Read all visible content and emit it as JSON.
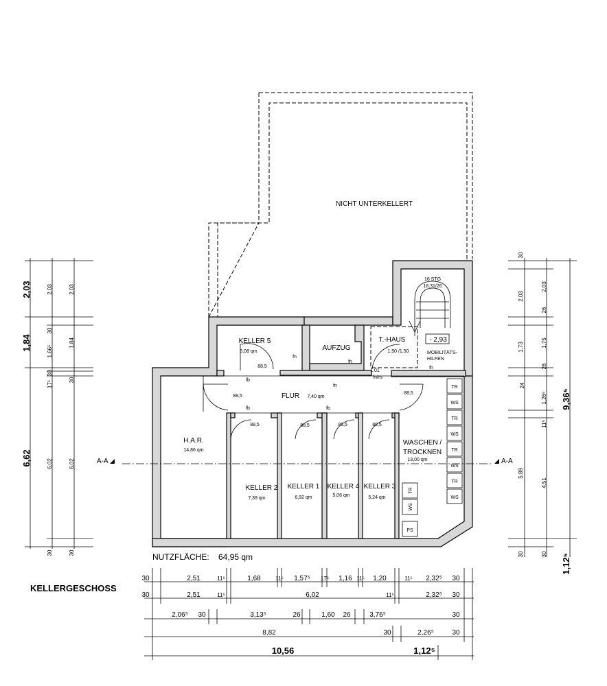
{
  "title": "KELLERGESCHOSS",
  "note_unexcavated": "NICHT UNTERKELLERT",
  "usable_area": {
    "label": "NUTZFLÄCHE:",
    "value": "64,95 qm"
  },
  "section_marker": "A-A",
  "rooms": {
    "keller5": {
      "name": "KELLER 5",
      "area": "5,08 qm"
    },
    "aufzug": {
      "name": "AUFZUG"
    },
    "thaus": {
      "name": "T.-HAUS",
      "area": "1,50 /1,50"
    },
    "mobil": {
      "name1": "MOBILITÄTS-",
      "name2": "HILFEN"
    },
    "flur": {
      "name": "FLUR",
      "area": "7,40 qm"
    },
    "har": {
      "name": "H.A.R.",
      "area": "14,86 qm"
    },
    "keller2": {
      "name": "KELLER 2",
      "area": "7,39 qm"
    },
    "keller1": {
      "name": "KELLER 1",
      "area": "6,92 qm"
    },
    "keller4": {
      "name": "KELLER 4",
      "area": "5,06 qm"
    },
    "keller3": {
      "name": "KELLER 3",
      "area": "5,24 qm"
    },
    "waschen": {
      "name1": "WASCHEN /",
      "name2": "TROCKNEN",
      "area": "13,00 qm"
    }
  },
  "stair": {
    "steps": "16 STG",
    "ratio": "18,31/26",
    "level": "- 2,93"
  },
  "door_widths": {
    "keller5": "88,5",
    "flur_left": "88,5",
    "flur_right": "88,5",
    "k2": "88,5",
    "k1": "88,5",
    "k4": "88,5",
    "k3": "88,5",
    "thaus": "1,01"
  },
  "door_markers": {
    "fb": "fb",
    "fn": "fn",
    "fnrs": "fn/rs"
  },
  "appliances": [
    "TR",
    "WS",
    "TR",
    "WS",
    "TR",
    "WS",
    "TR",
    "WS"
  ],
  "appliances_left": [
    "TR",
    "WS"
  ],
  "ps": "PS",
  "dims_left": {
    "big": [
      "2,03",
      "1,84",
      "6,62"
    ],
    "mid": [
      "2,03",
      "30",
      "1,66⁵",
      "30",
      "17⁵",
      "6,02",
      "30"
    ],
    "inner": [
      "2,03",
      "1,84",
      "30",
      "6,02",
      "30"
    ]
  },
  "dims_right": {
    "outer": [
      "30",
      "2,03",
      "26",
      "1,75",
      "26",
      "24",
      "1,26⁵",
      "11⁵",
      "4,51",
      "30"
    ],
    "inner": [
      "2,03",
      "1,73",
      "5,89",
      "30"
    ],
    "big": [
      "9,36⁵",
      "1,12⁵"
    ]
  },
  "dims_bottom": {
    "row1": [
      "30",
      "2,51",
      "11⁵",
      "1,68",
      "11⁵",
      "1,57⁵",
      "17⁵",
      "1,16",
      "11⁵",
      "1,20",
      "11⁵",
      "2,32⁵",
      "30"
    ],
    "row2": [
      "30",
      "2,51",
      "11⁵",
      "6,02",
      "11⁵",
      "2,32⁵",
      "30"
    ],
    "row3": [
      "2,06⁵",
      "30",
      "3,13⁵",
      "26",
      "1,60",
      "26",
      "3,76⁵",
      "30"
    ],
    "row4": [
      "8,82",
      "30",
      "2,26⁵",
      "30"
    ],
    "row5": [
      "10,56",
      "1,12⁵"
    ]
  }
}
